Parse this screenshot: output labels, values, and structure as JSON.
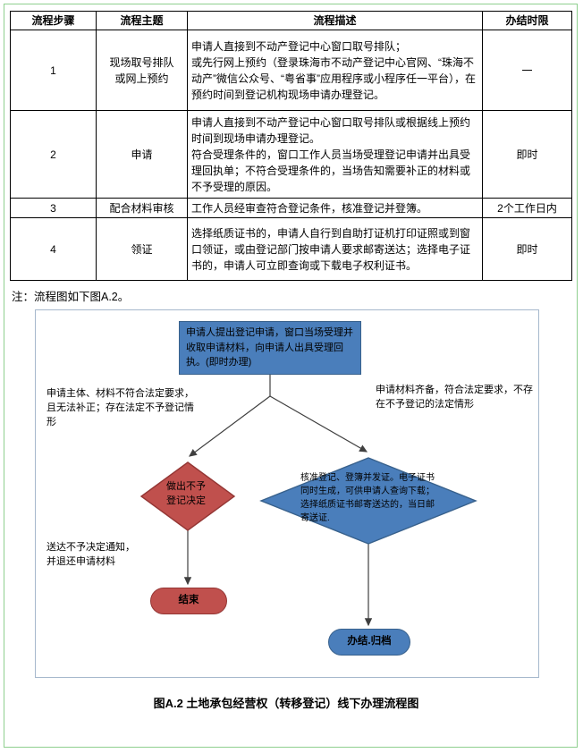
{
  "colors": {
    "blue": "#4A7EBB",
    "blueBorder": "#38618C",
    "red": "#C0504D",
    "redBorder": "#943634",
    "line": "#3F3F3F",
    "pageBorder": "#8FCF8F",
    "chartBorder": "#A6B8CC"
  },
  "table": {
    "headers": [
      "流程步骤",
      "流程主题",
      "流程描述",
      "办结时限"
    ],
    "rows": [
      {
        "step": "1",
        "topic": "现场取号排队\n或网上预约",
        "description": "申请人直接到不动产登记中心窗口取号排队；\n或先行网上预约（登录珠海市不动产登记中心官网、“珠海不动产”微信公众号、“粤省事”应用程序或小程序任一平台），在预约时间到登记机构现场申请办理登记。",
        "time": "一"
      },
      {
        "step": "2",
        "topic": "申请",
        "description": "申请人直接到不动产登记中心窗口取号排队或根据线上预约时间到现场申请办理登记。\n符合受理条件的，窗口工作人员当场受理登记申请并出具受理回执单；不符合受理条件的，当场告知需要补正的材料或不予受理的原因。",
        "time": "即时"
      },
      {
        "step": "3",
        "topic": "配合材料审核",
        "description": "工作人员经审查符合登记条件，核准登记并登簿。",
        "time": "2个工作日内"
      },
      {
        "step": "4",
        "topic": "领证",
        "description": "选择纸质证书的，申请人自行到自助打证机打印证照或到窗口领证，或由登记部门按申请人要求邮寄送达；选择电子证书的，申请人可立即查询或下载电子权利证书。",
        "time": "即时"
      }
    ]
  },
  "note": "注：流程图如下图A.2。",
  "flowchart": {
    "start": "申请人提出登记申请，窗口当场受理并收取申请材料，向申请人出具受理回执。(即时办理)",
    "left_condition": "申请主体、材料不符合法定要求，且无法补正；存在法定不予登记情形",
    "right_condition": "申请材料齐备，符合法定要求，不存在不予登记的法定情形",
    "left_decision": "做出不予\n登记决定",
    "right_decision": "核准登记、登簿并发证。电子证书同时生成，可供申请人查询下载；选择纸质证书邮寄送达的，当日邮寄送证.",
    "left_note": "送达不予决定通知，\n并退还申请材料",
    "end_left": "结束",
    "end_right": "办结.归档"
  },
  "caption": "图A.2 土地承包经营权（转移登记）线下办理流程图"
}
